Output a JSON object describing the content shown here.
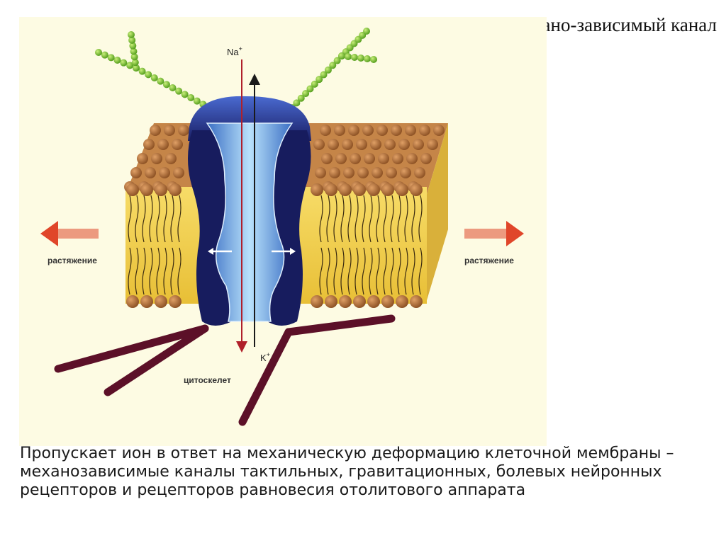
{
  "slide": {
    "title": "Механо-зависимый канал",
    "caption": "Пропускает ион в ответ на механическую деформацию клеточной мембраны – механозависимые каналы тактильных, гравитационных, болевых нейронных рецепторов и рецепторов равновесия отолитового аппарата"
  },
  "diagram": {
    "labels": {
      "na_ion": "Na",
      "na_charge": "+",
      "k_ion": "K",
      "k_charge": "+",
      "stretch_left": "растяжение",
      "stretch_right": "растяжение",
      "cytoskeleton": "цитоскелет"
    },
    "colors": {
      "panel_background": "#fdfbe3",
      "lipid_tail_layer": "#f2cf4c",
      "lipid_head": "#a86630",
      "channel_outer": "#1a1f66",
      "channel_pore": "#7fc1ec",
      "glycan_chain": "#7cc22d",
      "cytoskeleton_fiber": "#5c1028",
      "stretch_arrow": "#e0462a",
      "na_arrow": "#b0202a",
      "k_arrow": "#1a1a1a"
    }
  }
}
